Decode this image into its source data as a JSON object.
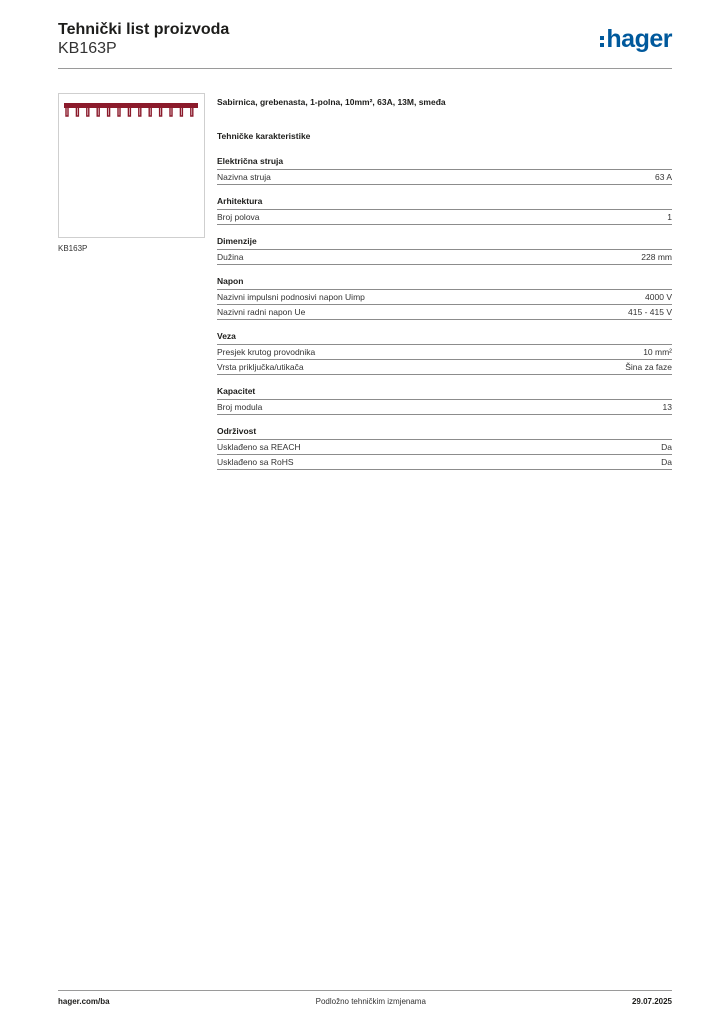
{
  "header": {
    "title": "Tehnički list proizvoda",
    "code": "KB163P",
    "logo_text": "hager"
  },
  "product": {
    "image_icon": "busbar-comb-image",
    "caption": "KB163P",
    "description": "Sabirnica, grebenasta, 1-polna, 10mm², 63A, 13M, smeđa",
    "color": "#8b1a2b"
  },
  "specs": {
    "heading": "Tehničke karakteristike",
    "groups": [
      {
        "title": "Električna struja",
        "rows": [
          {
            "label": "Nazivna struja",
            "value": "63 A"
          }
        ]
      },
      {
        "title": "Arhitektura",
        "rows": [
          {
            "label": "Broj polova",
            "value": "1"
          }
        ]
      },
      {
        "title": "Dimenzije",
        "rows": [
          {
            "label": "Dužina",
            "value": "228 mm"
          }
        ]
      },
      {
        "title": "Napon",
        "rows": [
          {
            "label": "Nazivni impulsni podnosivi napon Uimp",
            "value": "4000 V"
          },
          {
            "label": "Nazivni radni napon Ue",
            "value": "415 - 415 V"
          }
        ]
      },
      {
        "title": "Veza",
        "rows": [
          {
            "label": "Presjek krutog provodnika",
            "value": "10 mm²"
          },
          {
            "label": "Vrsta priključka/utikača",
            "value": "Šina za faze"
          }
        ]
      },
      {
        "title": "Kapacitet",
        "rows": [
          {
            "label": "Broj modula",
            "value": "13"
          }
        ]
      },
      {
        "title": "Održivost",
        "rows": [
          {
            "label": "Usklađeno sa REACH",
            "value": "Da"
          },
          {
            "label": "Usklađeno sa RoHS",
            "value": "Da"
          }
        ]
      }
    ]
  },
  "footer": {
    "website": "hager.com/ba",
    "note": "Podložno tehničkim izmjenama",
    "date": "29.07.2025"
  },
  "colors": {
    "brand": "#00599c"
  }
}
